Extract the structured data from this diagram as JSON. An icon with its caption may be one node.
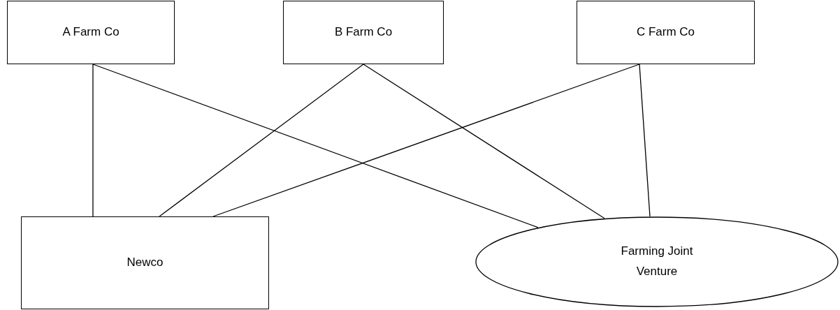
{
  "diagram": {
    "nodes": [
      {
        "text": [
          "A Farm Co"
        ]
      },
      {
        "text": [
          "B Farm Co"
        ]
      },
      {
        "text": [
          "C Farm Co"
        ]
      },
      {
        "text": [
          "Newco"
        ]
      },
      {
        "text": [
          "Farming Joint Venture"
        ]
      }
    ],
    "edges": [
      {
        "from": 0,
        "to": 3,
        "arrow": "none"
      },
      {
        "from": 0,
        "to": 4,
        "arrow": "none"
      },
      {
        "from": 1,
        "to": 3,
        "arrow": "none"
      },
      {
        "from": 1,
        "to": 4,
        "arrow": "none"
      },
      {
        "from": 2,
        "to": 3,
        "arrow": "none"
      },
      {
        "from": 2,
        "to": 4,
        "arrow": "none"
      }
    ]
  }
}
